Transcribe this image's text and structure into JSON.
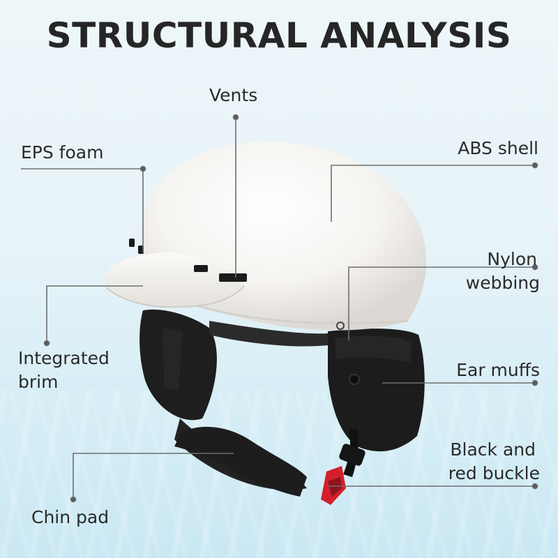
{
  "title": "STRUCTURAL ANALYSIS",
  "labels": {
    "vents": "Vents",
    "eps_foam": "EPS foam",
    "abs_shell": "ABS shell",
    "nylon_webbing_1": "Nylon",
    "nylon_webbing_2": "webbing",
    "integrated_brim_1": "Integrated",
    "integrated_brim_2": "brim",
    "ear_muffs": "Ear muffs",
    "buckle_1": "Black and",
    "buckle_2": "red buckle",
    "chin_pad": "Chin pad"
  },
  "colors": {
    "shell": "#f7f5f2",
    "padding": "#1c1c1c",
    "buckle_red": "#d3202b",
    "leader_line": "#6e6e6e"
  }
}
